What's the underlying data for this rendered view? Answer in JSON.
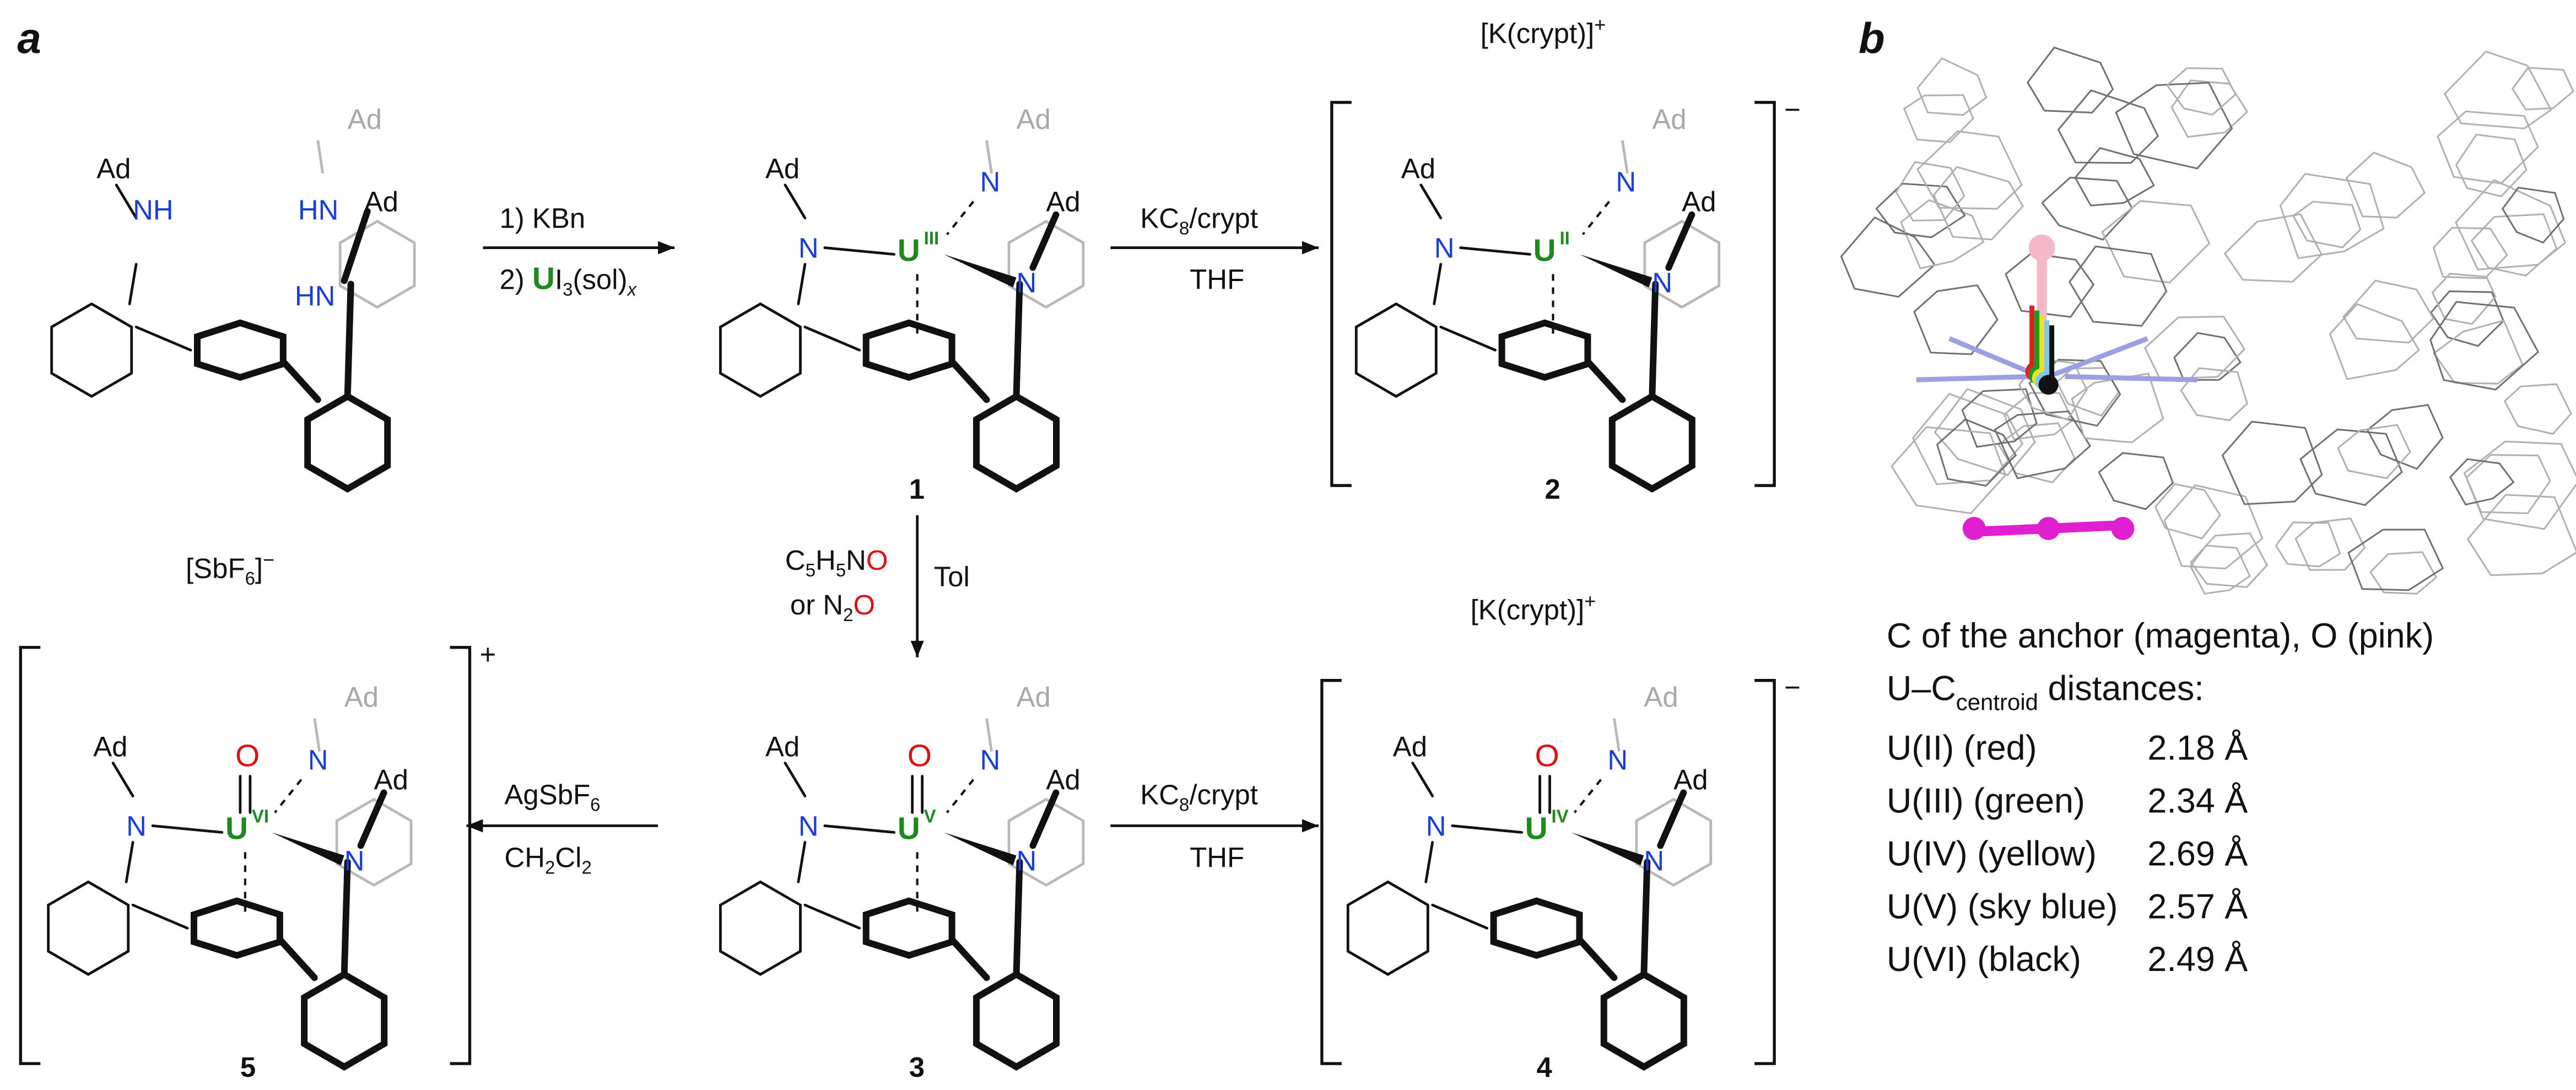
{
  "panels": {
    "a": "a",
    "b": "b"
  },
  "labels": {
    "ad": "Ad",
    "n": "N",
    "nh": "NH",
    "hn": "HN",
    "u": "U",
    "o": "O"
  },
  "compounds": {
    "c1": {
      "number": "1",
      "oxidation_state": "III"
    },
    "c2": {
      "number": "2",
      "oxidation_state": "II",
      "counterion": "[K(crypt)]",
      "counterion_charge": "+",
      "charge": "−"
    },
    "c3": {
      "number": "3",
      "oxidation_state": "V"
    },
    "c4": {
      "number": "4",
      "oxidation_state": "IV",
      "counterion": "[K(crypt)]",
      "counterion_charge": "+",
      "charge": "−"
    },
    "c5": {
      "number": "5",
      "oxidation_state": "VI",
      "counterion": "[SbF",
      "counterion_sub": "6",
      "counterion_close": "]",
      "counterion_charge": "−",
      "charge": "+"
    }
  },
  "reactions": {
    "step1": {
      "line1": "1) KBn",
      "line2_prefix": "2) ",
      "line2_metal": "U",
      "line2_rest": "I",
      "sub": "3",
      "mid": "(sol)",
      "sub2": "x"
    },
    "reduction": {
      "reagent_pre": "KC",
      "reagent_sub": "8",
      "reagent_post": "/crypt",
      "solvent": "THF"
    },
    "oxidation": {
      "line1_pre": "C",
      "s1": "5",
      "h": "H",
      "s2": "5",
      "line1_post": "N",
      "o": "O",
      "line2_pre": "or N",
      "s3": "2",
      "solvent": "Tol"
    },
    "silver": {
      "pre": "AgSbF",
      "sub": "6",
      "solvent_pre": "CH",
      "s1": "2",
      "cl": "Cl",
      "s2": "2"
    }
  },
  "legend": {
    "line1": "C of the anchor (magenta), O (pink)",
    "line2_pre": "U–C",
    "line2_sub": "centroid",
    "line2_post": " distances:",
    "rows": [
      {
        "label": "U(II) (red)",
        "value": "2.18 Å",
        "color": "#e02020"
      },
      {
        "label": "U(III) (green)",
        "value": "2.34 Å",
        "color": "#1e9a1e"
      },
      {
        "label": "U(IV) (yellow)",
        "value": "2.69 Å",
        "color": "#f0e020"
      },
      {
        "label": "U(V) (sky blue)",
        "value": "2.57 Å",
        "color": "#80c8f0"
      },
      {
        "label": "U(VI) (black)",
        "value": "2.49 Å",
        "color": "#111111"
      }
    ]
  },
  "colors": {
    "uranium": "#1e8a1e",
    "nitrogen": "#1a3fd6",
    "oxygen": "#e01010",
    "anchor": "#e020d0",
    "oxo": "#f4b8c8"
  }
}
